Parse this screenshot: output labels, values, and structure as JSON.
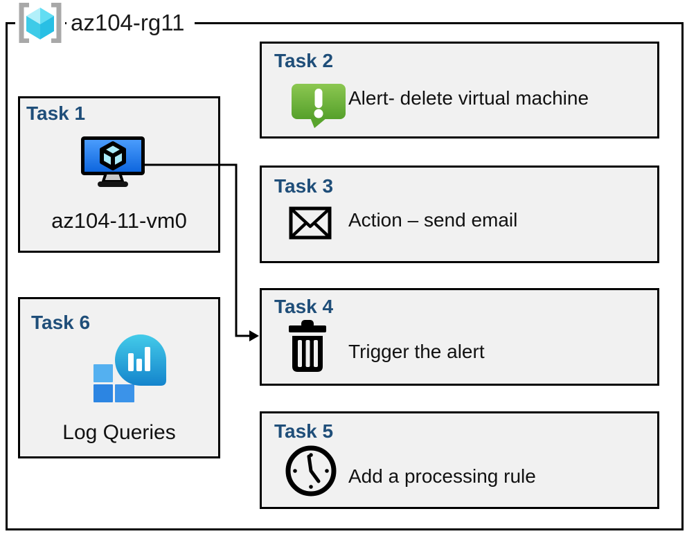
{
  "diagram": {
    "title": "az104-rg11",
    "title_icon": "resource-group-icon"
  },
  "tasks": [
    {
      "label": "Task 1",
      "caption": "az104-11-vm0",
      "icon": "virtual-machine-icon"
    },
    {
      "label": "Task 2",
      "caption": "Alert- delete virtual machine",
      "icon": "alert-message-icon"
    },
    {
      "label": "Task 3",
      "caption": "Action – send email",
      "icon": "email-envelope-icon"
    },
    {
      "label": "Task 4",
      "caption": "Trigger the alert",
      "icon": "delete-trash-icon"
    },
    {
      "label": "Task 5",
      "caption": "Add a processing rule",
      "icon": "clock-icon"
    },
    {
      "label": "Task 6",
      "caption": "Log Queries",
      "icon": "log-analytics-icon"
    }
  ],
  "connector": {
    "from": "task1-virtual-machine",
    "to": "task4",
    "style": "elbow-arrow"
  },
  "colors": {
    "task_header": "#1F4E79",
    "box_fill": "#F1F1F1",
    "border": "#000000",
    "alert_green_top": "#8CC751",
    "alert_green_bottom": "#55A02B",
    "vm_screen_top": "#4D9FFE",
    "vm_screen_bottom": "#0B63DC",
    "log_droplet_top": "#44CBE9",
    "log_droplet_bottom": "#1484CC",
    "log_square_light": "#54B0F0",
    "log_square_dark": "#2C85E2",
    "rg_cube_cyan": "#4FD4EE",
    "bracket_gray": "#A8A8A8"
  }
}
